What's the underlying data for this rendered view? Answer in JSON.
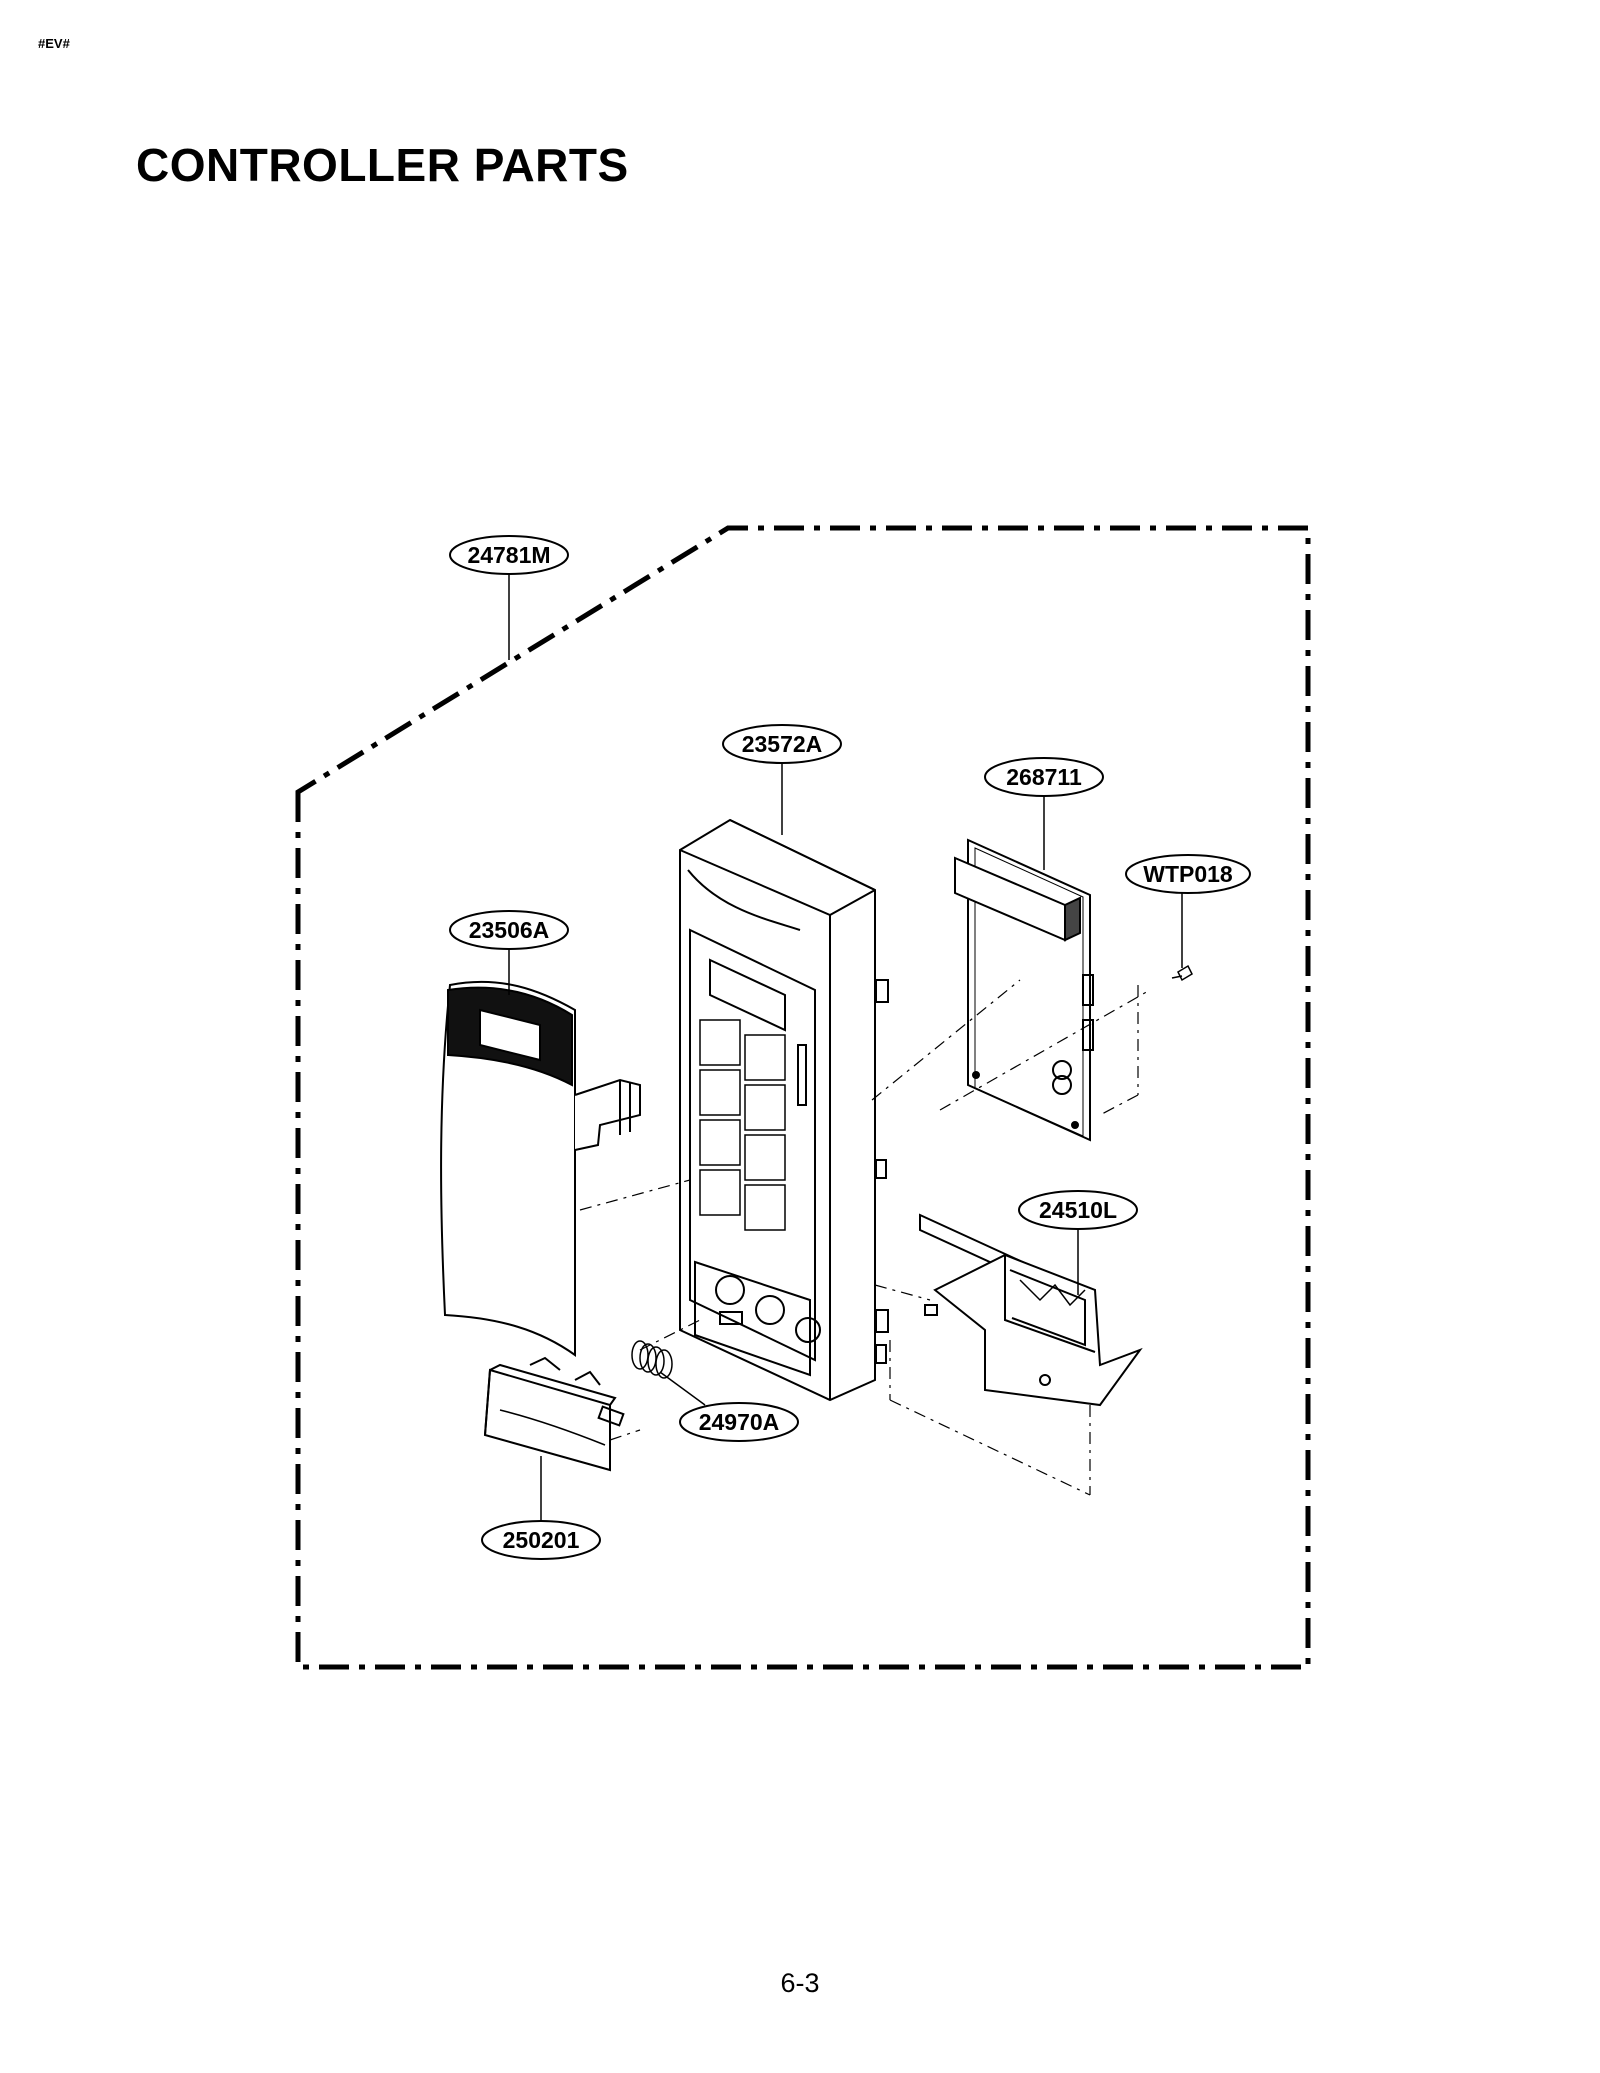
{
  "header": {
    "code": "#EV#"
  },
  "title": "CONTROLLER PARTS",
  "diagram": {
    "parts": [
      {
        "label": "24781M"
      },
      {
        "label": "23572A"
      },
      {
        "label": "268711"
      },
      {
        "label": "WTP018"
      },
      {
        "label": "23506A"
      },
      {
        "label": "24510L"
      },
      {
        "label": "24970A"
      },
      {
        "label": "250201"
      }
    ]
  },
  "footer": {
    "page_number": "6-3"
  }
}
